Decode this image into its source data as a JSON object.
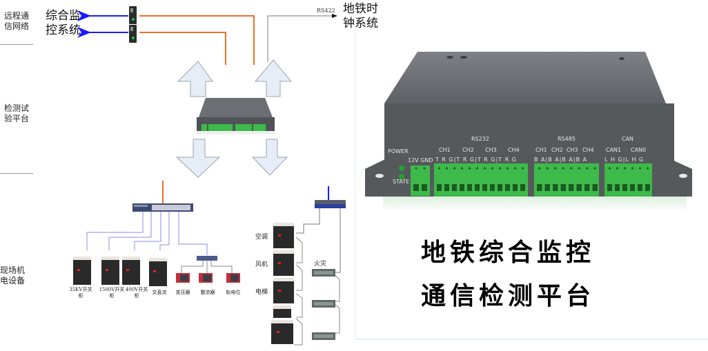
{
  "zones": [
    {
      "line1": "远程通",
      "line2": "信网络"
    },
    {
      "line1": "检测试",
      "line2": "验平台"
    },
    {
      "line1": "现场机",
      "line2": "电设备"
    }
  ],
  "remote": {
    "monitor_system": {
      "line1": "综合监",
      "line2": "控系统"
    },
    "clock_system": {
      "line1": "地铁时",
      "line2": "钟系统"
    },
    "clock_link_label": "RS422"
  },
  "field_devices": {
    "switch_group": [
      {
        "line1": "35KV开关",
        "line2": "柜"
      },
      {
        "line1": "1500V开关",
        "line2": "柜"
      },
      {
        "line1": "400V开关",
        "line2": "柜"
      },
      {
        "line1": "交直流",
        "line2": ""
      }
    ],
    "hub_group": [
      "变压器",
      "整流器",
      "轨电位"
    ],
    "right_group_labels": [
      "空调",
      "风机",
      "电梯"
    ],
    "fire_label": "火灾"
  },
  "product": {
    "power_label": "POWER",
    "state_label": "STATE",
    "power_terminals": "12V GND",
    "groups": [
      {
        "name": "RS232",
        "channels": [
          "CH1",
          "CH2",
          "CH3",
          "CH4"
        ],
        "pins": "T R G|T R G|T R G|T R G"
      },
      {
        "name": "RS485",
        "channels": [
          "CH1",
          "CH2",
          "CH3",
          "CH4"
        ],
        "pins": "B A|B A|B A|B A"
      },
      {
        "name": "CAN",
        "channels": [
          "CAN1",
          "CAN0"
        ],
        "pins": "L H G|L H G"
      }
    ],
    "title_line1": "地铁综合监控",
    "title_line2": "通信检测平台"
  },
  "colors": {
    "fiber": "#f07020",
    "uplink": "#1a1aff",
    "lan": "#8a8aee",
    "serial": "#888888",
    "terminal_green": "#3dba4a",
    "chassis": "#5d6063",
    "arrow_fill": "#e6edf7",
    "arrow_stroke": "#9aa3ad"
  }
}
